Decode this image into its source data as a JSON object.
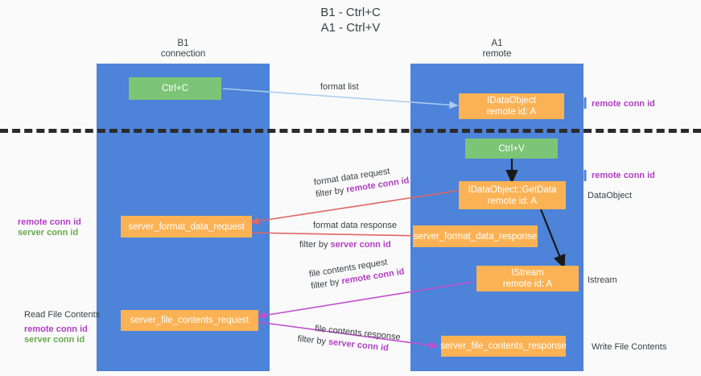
{
  "title": "B1 - Ctrl+C\nA1 - Ctrl+V",
  "columns": [
    {
      "id": "b1",
      "label": "B1\nconnection"
    },
    {
      "id": "a1",
      "label": "A1\nremote"
    }
  ],
  "nodes": {
    "ctrl_c": "Ctrl+C",
    "idataobject_top": "IDataObject\nremote id: A",
    "ctrl_v": "Ctrl+V",
    "getdata": "IDataObject::GetData\nremote id: A",
    "server_format_data_request": "server_format_data_request",
    "server_format_data_response": "server_format_data_response",
    "istream": "IStream\nremote id: A",
    "server_file_contents_request": "server_file_contents_request",
    "server_file_contents_response": "server_file_contents_response"
  },
  "edges": {
    "format_list": "format list",
    "format_data_request": "format data request",
    "format_data_request_filter_prefix": "filter by ",
    "format_data_request_filter_key": "remote conn id",
    "format_data_response": "format data response",
    "format_data_response_filter_prefix": "filter by ",
    "format_data_response_filter_key": "server conn id",
    "file_contents_request": "file contents request",
    "file_contents_request_filter_prefix": "filter by ",
    "file_contents_request_filter_key": "remote conn id",
    "file_contents_response": "file contents response",
    "file_contents_response_filter_prefix": "filter by ",
    "file_contents_response_filter_key": "server conn id"
  },
  "annotations": {
    "right_remote_conn_id_top": "remote conn id",
    "right_remote_conn_id_mid": "remote conn id",
    "right_dataobject": "DataObject",
    "right_istream": "Istream",
    "right_write_file_contents": "Write File Contents",
    "left_remote_conn_id": "remote conn id",
    "left_server_conn_id": "server conn id",
    "left_read_file_contents": "Read File Contents",
    "left_remote_conn_id_2": "remote conn id",
    "left_server_conn_id_2": "server conn id"
  },
  "colors": {
    "lane": "#4d83d8",
    "node_green": "#7cc576",
    "node_orange": "#fbb254",
    "remote_conn": "#b23fc4",
    "server_conn": "#6aa84f",
    "arrow_blue": "#a9cdef",
    "arrow_red": "#e06666",
    "arrow_magenta": "#c24fd0",
    "arrow_black": "#1a1a1a",
    "divider": "#2b2b2b",
    "background": "#fafafa"
  }
}
